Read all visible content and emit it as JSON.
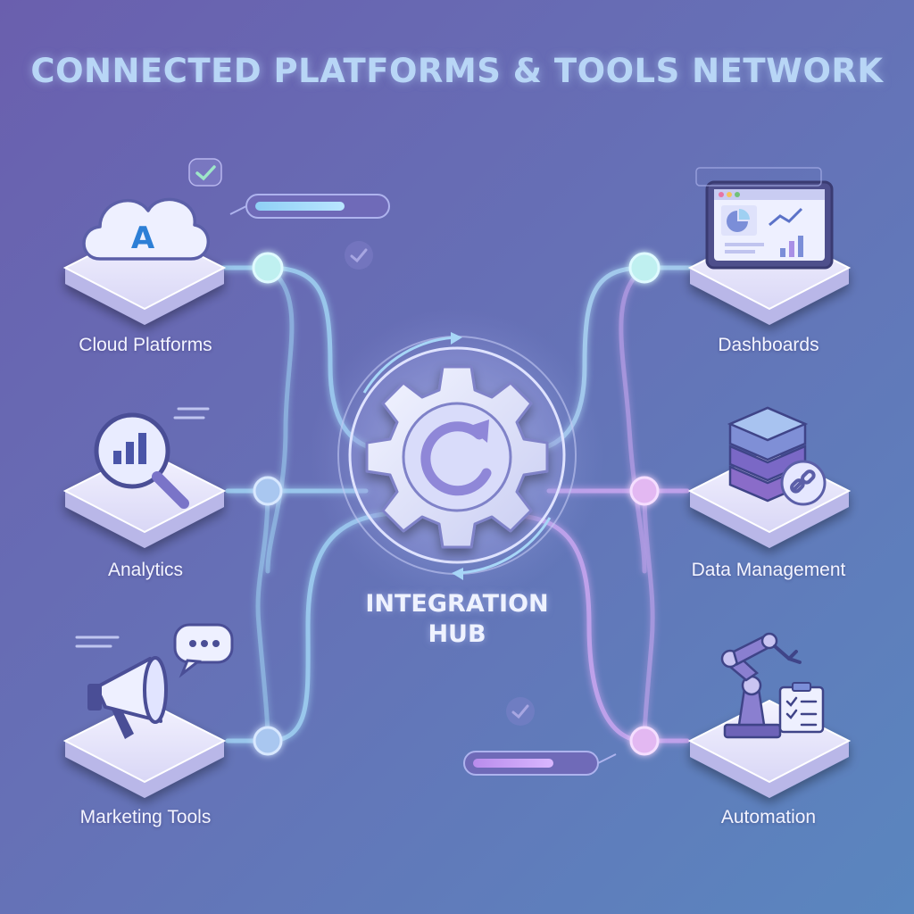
{
  "title": "CONNECTED PLATFORMS & TOOLS NETWORK",
  "hub": {
    "line1": "INTEGRATION",
    "line2": "HUB"
  },
  "nodes": {
    "cloud": {
      "label": "Cloud Platforms",
      "icon": "cloud-icon",
      "badge": "A"
    },
    "analytics": {
      "label": "Analytics",
      "icon": "magnifier-chart-icon"
    },
    "marketing": {
      "label": "Marketing Tools",
      "icon": "megaphone-icon"
    },
    "dashboards": {
      "label": "Dashboards",
      "icon": "dashboard-screen-icon"
    },
    "data": {
      "label": "Data Management",
      "icon": "database-link-icon"
    },
    "automation": {
      "label": "Automation",
      "icon": "robot-arm-icon"
    }
  },
  "colors": {
    "left_lines": "#9fd0f2",
    "right_lines": "#c9a6f0",
    "platform": "#e6e4fb",
    "title": "#b8d6f6"
  }
}
